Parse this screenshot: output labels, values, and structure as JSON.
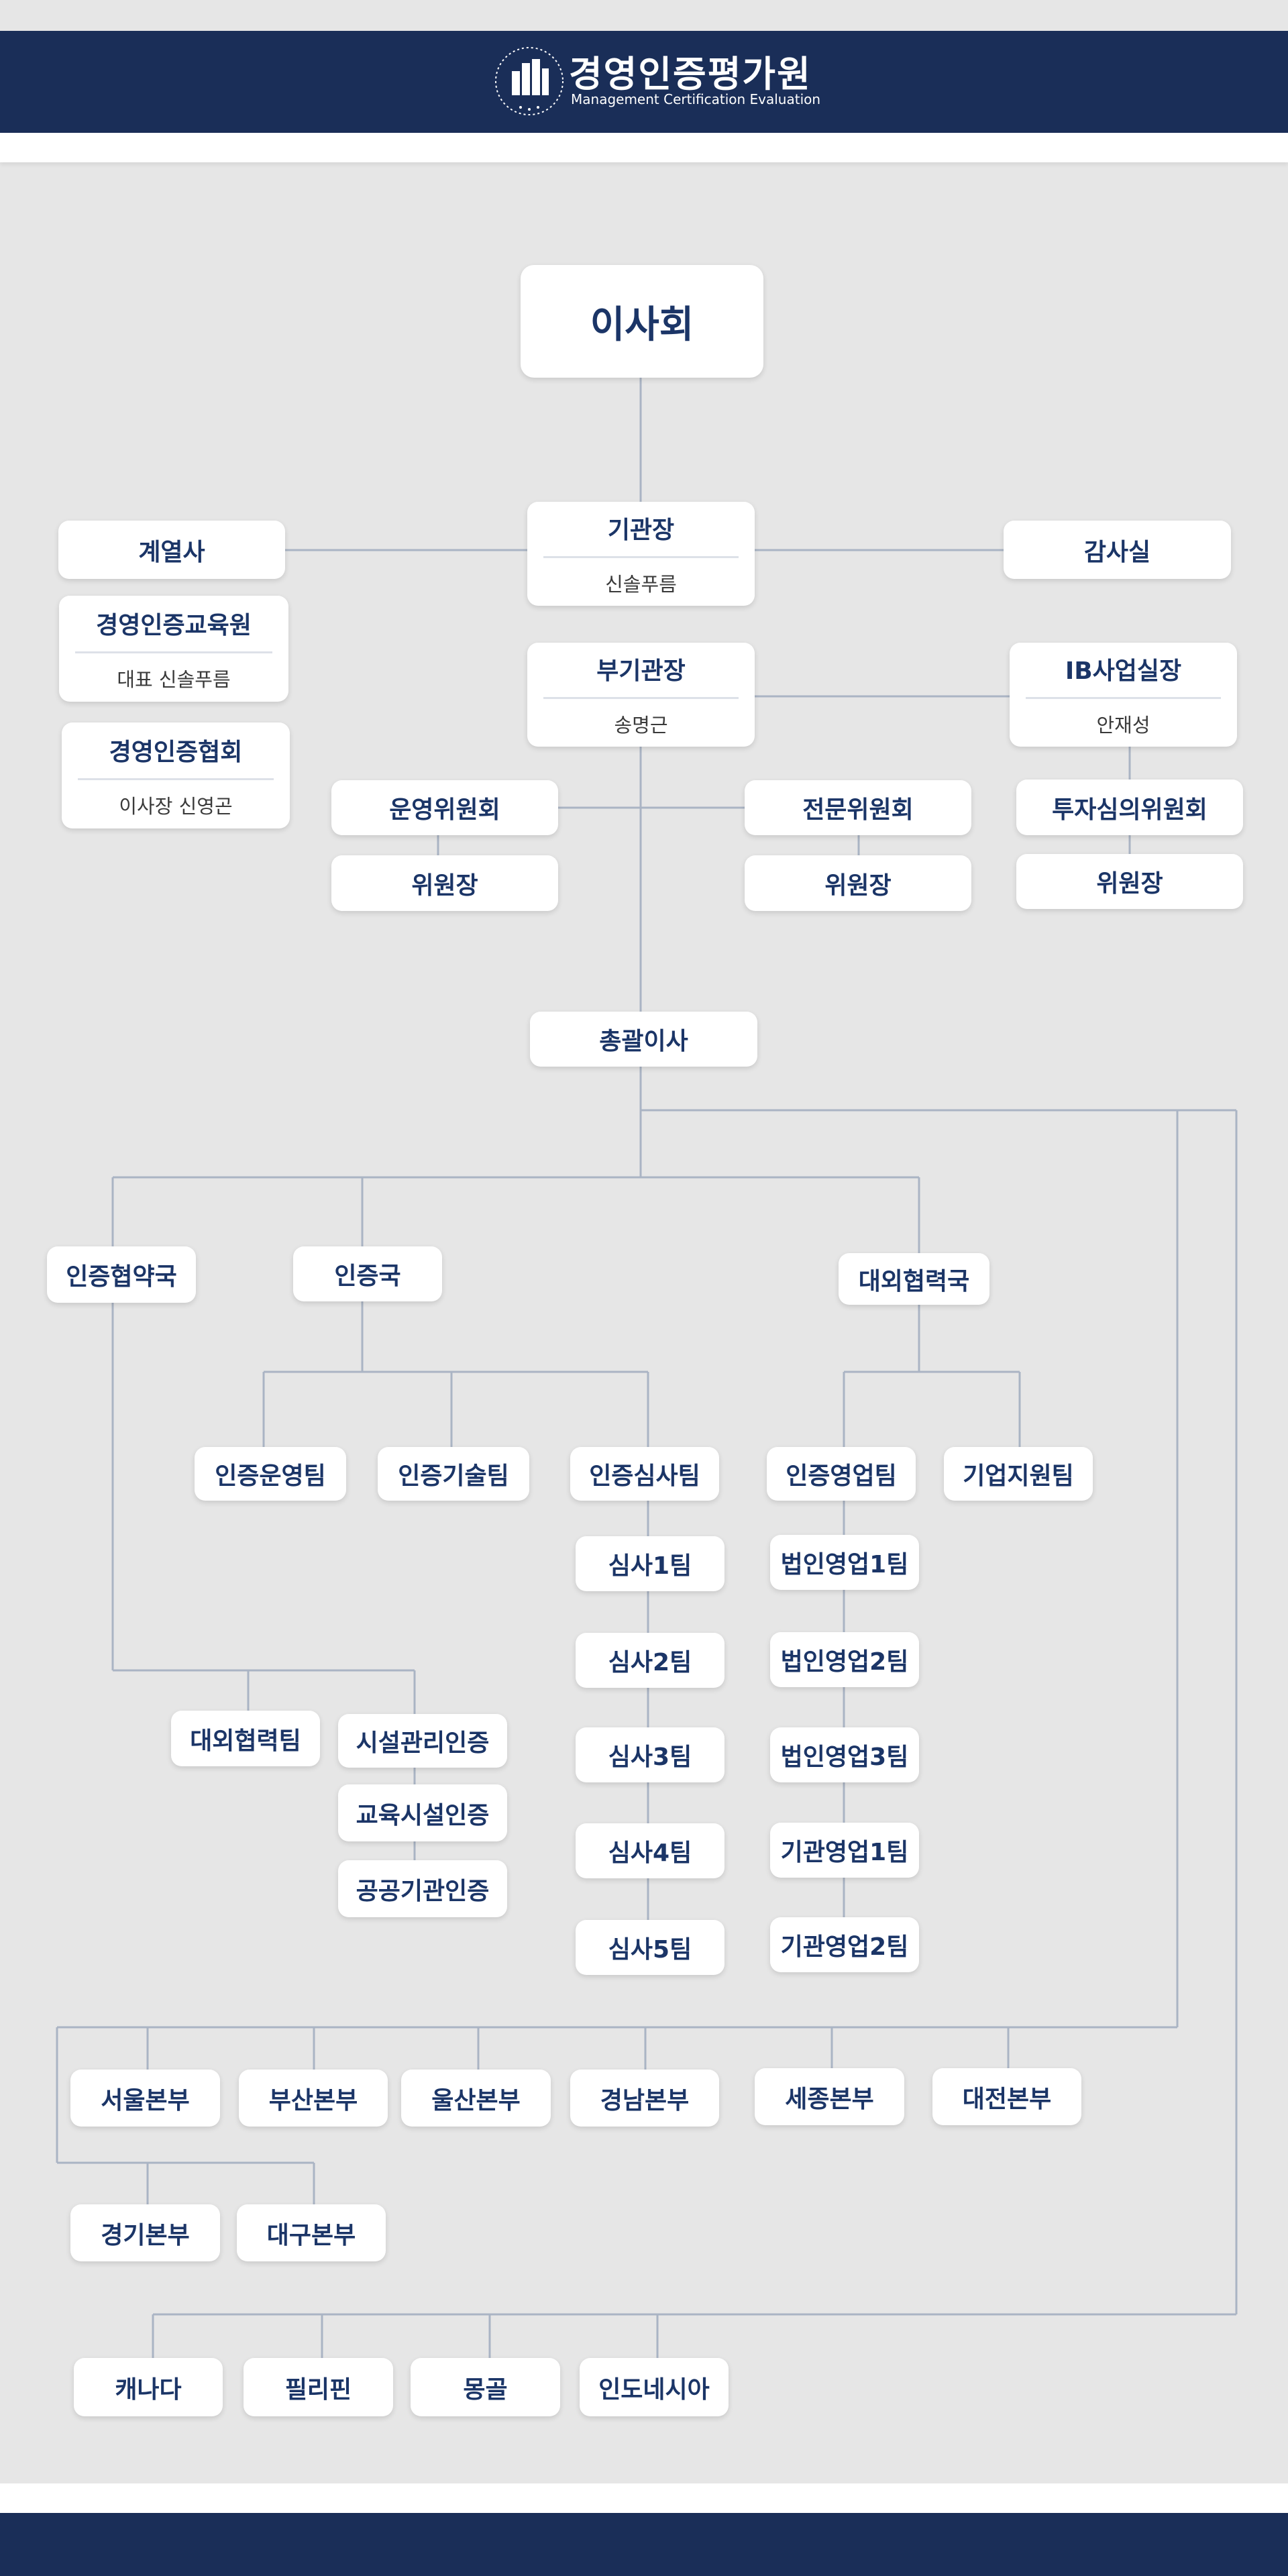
{
  "header": {
    "title": "경영인증평가원",
    "subtitle": "Management Certification Evaluation",
    "emblem_icon": "building-emblem-icon"
  },
  "colors": {
    "navy": "#1a2e58",
    "node_text": "#1b3567",
    "connector": "#aab4c4",
    "background": "#e6e6e6"
  },
  "org": {
    "board": "이사회",
    "head": {
      "title": "기관장",
      "name": "신솔푸름"
    },
    "affiliates": "계열사",
    "audit": "감사실",
    "edu": {
      "title": "경영인증교육원",
      "name": "대표 신솔푸름"
    },
    "assoc": {
      "title": "경영인증협회",
      "name": "이사장 신영곤"
    },
    "deputy": {
      "title": "부기관장",
      "name": "송명근"
    },
    "ib": {
      "title": "IB사업실장",
      "name": "안재성"
    },
    "ops_committee": "운영위원회",
    "ops_chair": "위원장",
    "expert_committee": "전문위원회",
    "expert_chair": "위원장",
    "invest_committee": "투자심의위원회",
    "invest_chair": "위원장",
    "director": "총괄이사",
    "cert_assoc_dept": "인증협약국",
    "cert_dept": "인증국",
    "external_dept": "대외협력국",
    "cert_ops_team": "인증운영팀",
    "cert_tech_team": "인증기술팀",
    "cert_review_team": "인증심사팀",
    "review_teams": [
      "심사1팀",
      "심사2팀",
      "심사3팀",
      "심사4팀",
      "심사5팀"
    ],
    "cert_sales_team": "인증영업팀",
    "biz_support_team": "기업지원팀",
    "sales_teams": [
      "법인영업1팀",
      "법인영업2팀",
      "법인영업3팀",
      "기관영업1팀",
      "기관영업2팀"
    ],
    "external_team": "대외협력팀",
    "facility_certs": [
      "시설관리인증",
      "교육시설인증",
      "공공기관인증"
    ],
    "regional_row1": [
      "서울본부",
      "부산본부",
      "울산본부",
      "경남본부",
      "세종본부",
      "대전본부"
    ],
    "regional_row2": [
      "경기본부",
      "대구본부"
    ],
    "overseas": [
      "캐나다",
      "필리핀",
      "몽골",
      "인도네시아"
    ]
  }
}
